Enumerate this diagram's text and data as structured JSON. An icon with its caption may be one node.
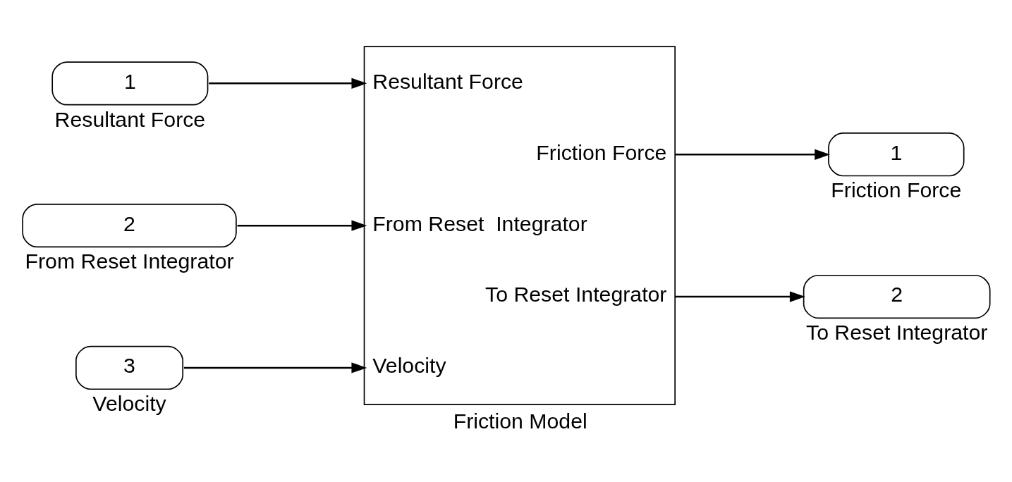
{
  "diagram": {
    "nodes": [
      {
        "text": [
          "1"
        ],
        "beside": [
          "Resultant Force"
        ]
      },
      {
        "text": [
          "2"
        ],
        "beside": [
          "From Reset Integrator"
        ]
      },
      {
        "text": [
          "3"
        ],
        "beside": [
          "Velocity"
        ]
      },
      {
        "text": [
          "Resultant Force",
          "Friction Force",
          "From Reset  Integrator",
          "To Reset Integrator",
          "Velocity"
        ],
        "beside": [
          "Friction Model"
        ]
      },
      {
        "text": [
          "1"
        ],
        "beside": [
          "Friction Force"
        ]
      },
      {
        "text": [
          "2"
        ],
        "beside": [
          "To Reset Integrator"
        ]
      }
    ],
    "edges": [
      {
        "from": 0,
        "to": 3,
        "arrow": "to"
      },
      {
        "from": 1,
        "to": 3,
        "arrow": "to"
      },
      {
        "from": 2,
        "to": 3,
        "arrow": "to"
      },
      {
        "from": 3,
        "to": 4,
        "arrow": "to"
      },
      {
        "from": 3,
        "to": 5,
        "arrow": "to"
      }
    ]
  }
}
